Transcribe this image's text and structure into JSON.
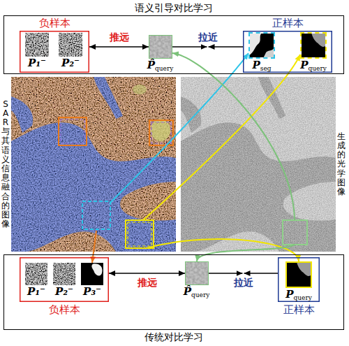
{
  "diagram": {
    "nodes": [
      {
        "text": [
          "语义引导对比学习"
        ]
      },
      {
        "text": [
          "负样本"
        ],
        "in": 0
      },
      {
        "text": [
          "P₁⁻"
        ],
        "in": 1
      },
      {
        "text": [
          "P₂⁻"
        ],
        "in": 1
      },
      {
        "text": [
          "P̂query"
        ],
        "in": 0
      },
      {
        "text": [
          "正样本"
        ],
        "in": 0
      },
      {
        "text": [
          "Pseg"
        ],
        "in": 5
      },
      {
        "text": [
          "Pquery"
        ],
        "in": 5
      },
      {
        "text": [
          "SAR与其语义信息融合的图像"
        ]
      },
      {
        "text": [
          "生成的光学图像"
        ]
      },
      {
        "text": [
          "传统对比学习"
        ]
      },
      {
        "text": [
          "负样本"
        ],
        "in": 10
      },
      {
        "text": [
          "P₁⁻"
        ],
        "in": 11
      },
      {
        "text": [
          "P₂⁻"
        ],
        "in": 11
      },
      {
        "text": [
          "P₃⁻"
        ],
        "in": 11
      },
      {
        "text": [
          "P̂query"
        ],
        "in": 10
      },
      {
        "text": [
          "正样本"
        ],
        "in": 10
      },
      {
        "text": [
          "Pquery"
        ],
        "in": 16
      }
    ],
    "edges": [
      {
        "from": 1,
        "to": 4,
        "arrow": "both",
        "label": "推远"
      },
      {
        "from": 5,
        "to": 4,
        "arrow": "both",
        "label": "拉近"
      },
      {
        "from": 8,
        "to": 6,
        "arrow": "to"
      },
      {
        "from": 8,
        "to": 7,
        "arrow": "to"
      },
      {
        "from": 9,
        "to": 4,
        "arrow": "to"
      },
      {
        "from": 8,
        "to": 14,
        "arrow": "to"
      },
      {
        "from": 8,
        "to": 17,
        "arrow": "to"
      },
      {
        "from": 9,
        "to": 15,
        "arrow": "to"
      },
      {
        "from": 11,
        "to": 15,
        "arrow": "both",
        "label": "推远"
      },
      {
        "from": 16,
        "to": 15,
        "arrow": "both",
        "label": "拉近"
      }
    ]
  }
}
